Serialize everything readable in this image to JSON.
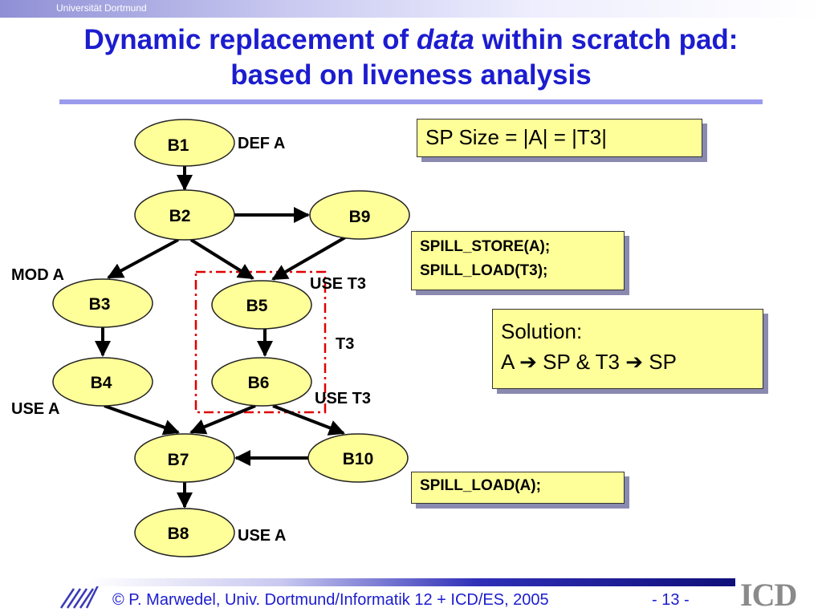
{
  "header": {
    "institution": "Universität Dortmund"
  },
  "title": {
    "part1": "Dynamic replacement of ",
    "part2_italic": "data",
    "part3": " within scratch pad: based on liveness analysis"
  },
  "nodes": [
    {
      "id": "B1",
      "label": "B1"
    },
    {
      "id": "B2",
      "label": "B2"
    },
    {
      "id": "B3",
      "label": "B3"
    },
    {
      "id": "B4",
      "label": "B4"
    },
    {
      "id": "B5",
      "label": "B5"
    },
    {
      "id": "B6",
      "label": "B6"
    },
    {
      "id": "B7",
      "label": "B7"
    },
    {
      "id": "B8",
      "label": "B8"
    },
    {
      "id": "B9",
      "label": "B9"
    },
    {
      "id": "B10",
      "label": "B10"
    }
  ],
  "annotations": {
    "def_a": "DEF A",
    "mod_a": "MOD A",
    "use_t3_top": "USE T3",
    "t3": "T3",
    "use_a_b4": "USE A",
    "use_t3_bottom": "USE T3",
    "use_a_b8": "USE A"
  },
  "boxes": {
    "sp_size": "SP Size = |A| = |T3|",
    "spill_store": "SPILL_STORE(A);",
    "spill_load_t3": "SPILL_LOAD(T3);",
    "solution_heading": "Solution:",
    "solution_line": "A ➔ SP & T3 ➔ SP",
    "spill_load_a": "SPILL_LOAD(A);"
  },
  "footer": {
    "copyright": "© P. Marwedel, Univ. Dortmund/Informatik 12 + ICD/ES, 2005",
    "page": "-  13 -",
    "logo": "ICD"
  },
  "colors": {
    "title": "#1c1ccf",
    "node_fill": "#ffff99",
    "box_fill": "#ffff99",
    "region_dash": "#e00000"
  }
}
